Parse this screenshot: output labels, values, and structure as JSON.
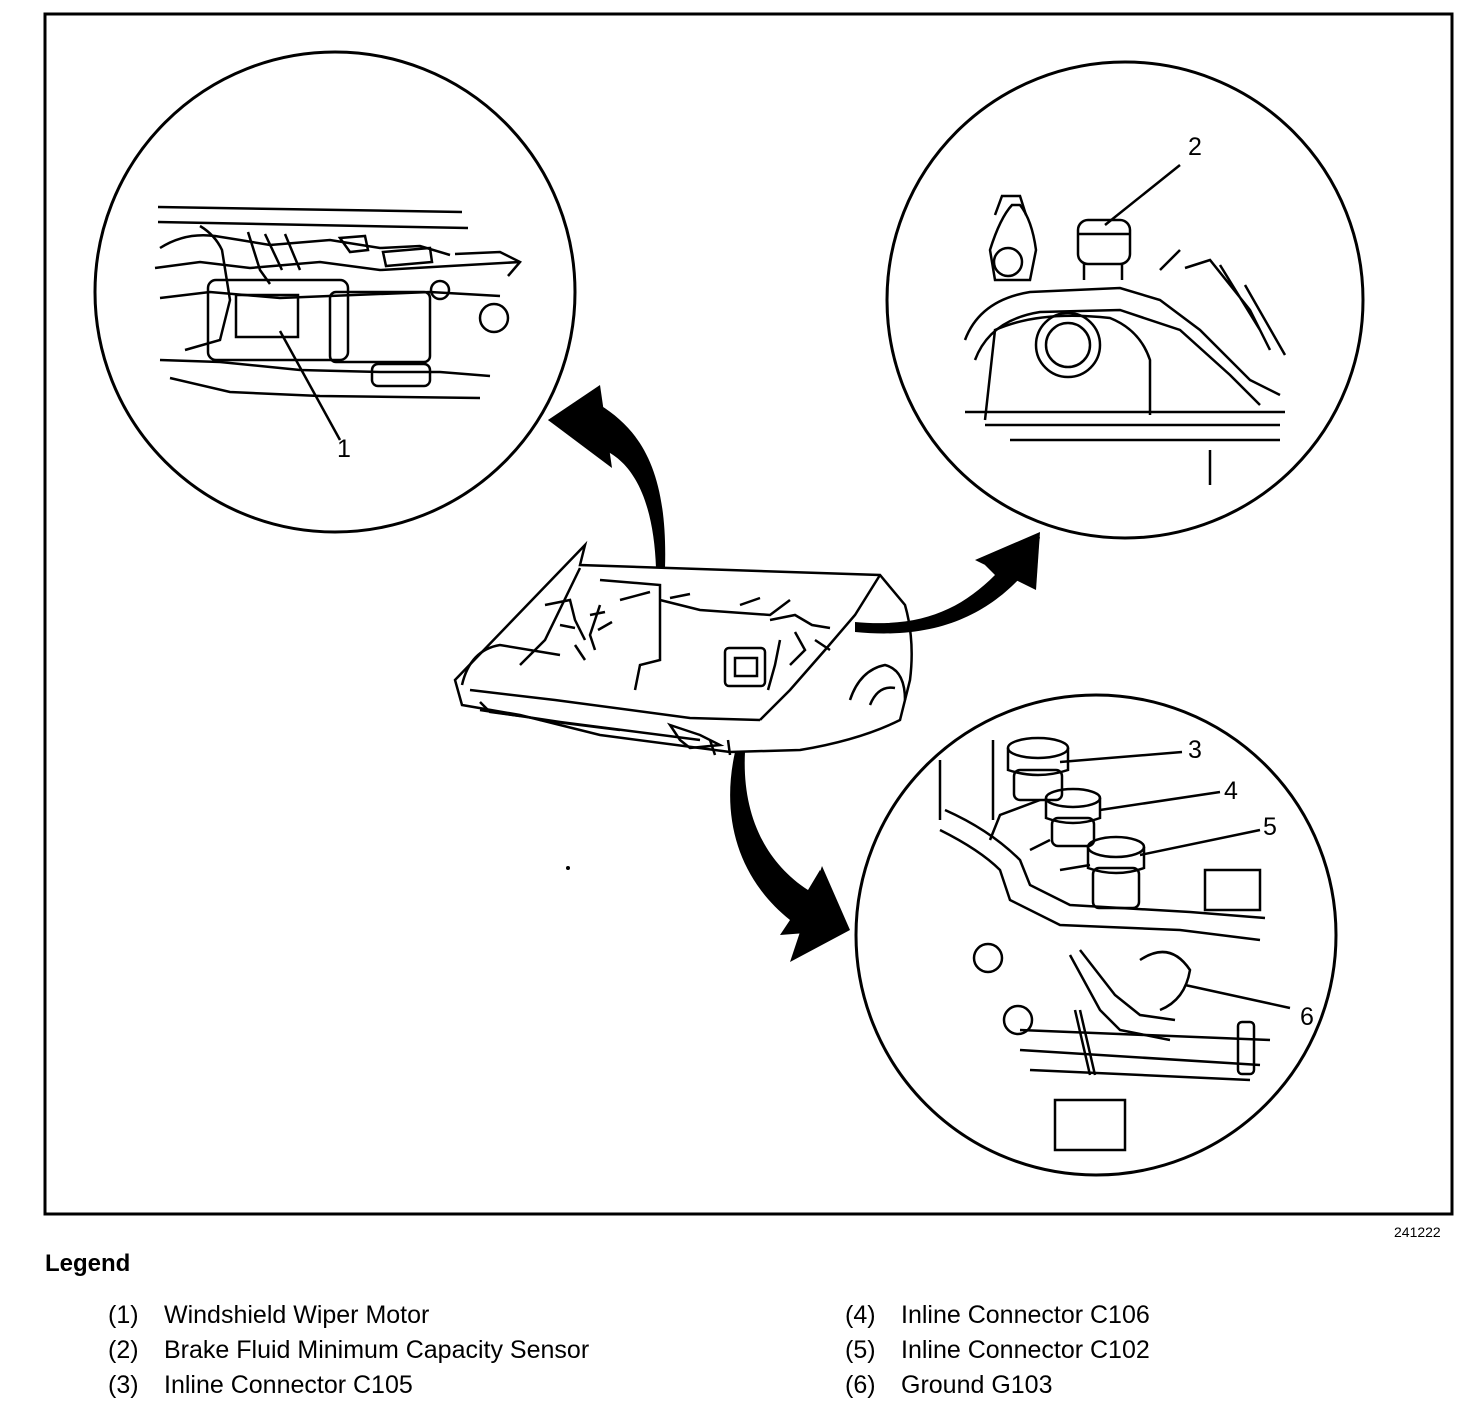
{
  "figure": {
    "id": "241222",
    "callouts": [
      "1",
      "2",
      "3",
      "4",
      "5",
      "6"
    ]
  },
  "legend": {
    "title": "Legend",
    "items": [
      {
        "num": "(1)",
        "label": "Windshield Wiper Motor"
      },
      {
        "num": "(2)",
        "label": "Brake Fluid Minimum Capacity Sensor"
      },
      {
        "num": "(3)",
        "label": "Inline Connector C105"
      },
      {
        "num": "(4)",
        "label": "Inline Connector C106"
      },
      {
        "num": "(5)",
        "label": "Inline Connector C102"
      },
      {
        "num": "(6)",
        "label": "Ground G103"
      }
    ]
  }
}
